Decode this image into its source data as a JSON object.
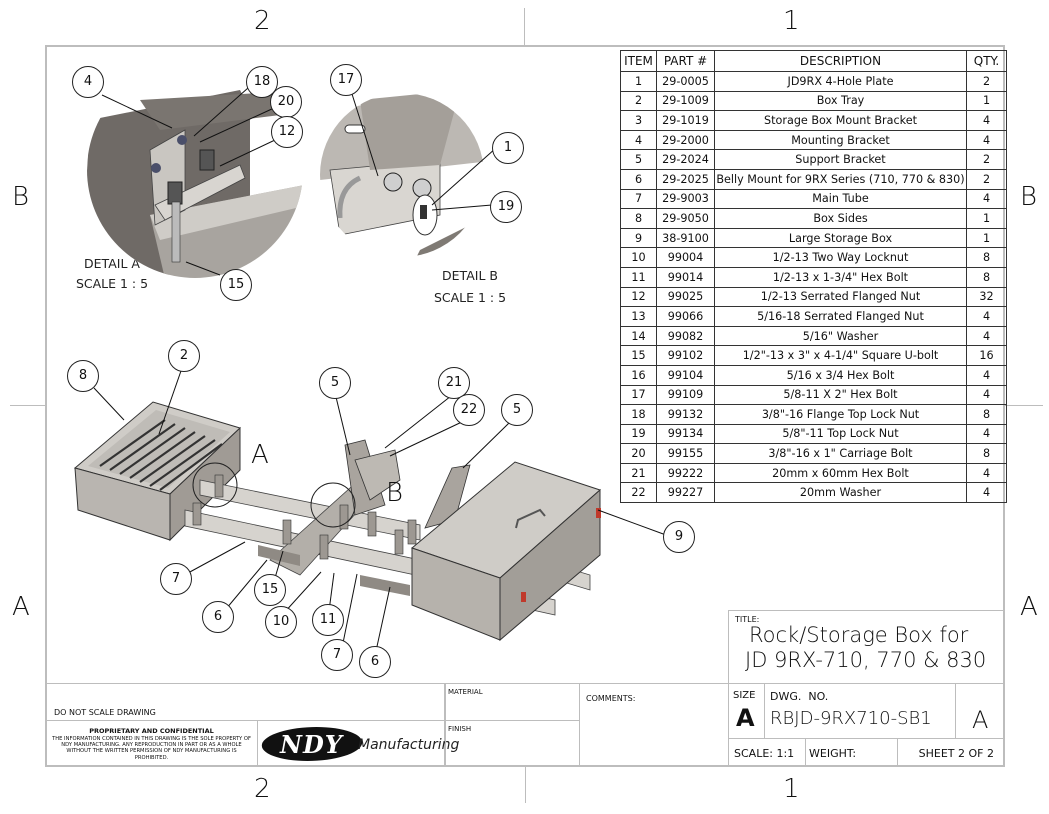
{
  "zones": {
    "top": [
      "2",
      "1"
    ],
    "bottom": [
      "2",
      "1"
    ],
    "left": [
      "B",
      "A"
    ],
    "right": [
      "B",
      "A"
    ]
  },
  "bom": {
    "headers": [
      "ITEM",
      "PART #",
      "DESCRIPTION",
      "QTY."
    ],
    "rows": [
      {
        "item": "1",
        "part": "29-0005",
        "desc": "JD9RX 4-Hole Plate",
        "qty": "2"
      },
      {
        "item": "2",
        "part": "29-1009",
        "desc": "Box Tray",
        "qty": "1"
      },
      {
        "item": "3",
        "part": "29-1019",
        "desc": "Storage Box Mount Bracket",
        "qty": "4"
      },
      {
        "item": "4",
        "part": "29-2000",
        "desc": "Mounting Bracket",
        "qty": "4"
      },
      {
        "item": "5",
        "part": "29-2024",
        "desc": "Support Bracket",
        "qty": "2"
      },
      {
        "item": "6",
        "part": "29-2025",
        "desc": "Belly Mount for 9RX Series (710, 770 & 830)",
        "qty": "2"
      },
      {
        "item": "7",
        "part": "29-9003",
        "desc": "Main Tube",
        "qty": "4"
      },
      {
        "item": "8",
        "part": "29-9050",
        "desc": "Box Sides",
        "qty": "1"
      },
      {
        "item": "9",
        "part": "38-9100",
        "desc": "Large Storage Box",
        "qty": "1"
      },
      {
        "item": "10",
        "part": "99004",
        "desc": "1/2-13 Two Way Locknut",
        "qty": "8"
      },
      {
        "item": "11",
        "part": "99014",
        "desc": "1/2-13 x 1-3/4\" Hex Bolt",
        "qty": "8"
      },
      {
        "item": "12",
        "part": "99025",
        "desc": "1/2-13 Serrated Flanged Nut",
        "qty": "32"
      },
      {
        "item": "13",
        "part": "99066",
        "desc": "5/16-18 Serrated Flanged Nut",
        "qty": "4"
      },
      {
        "item": "14",
        "part": "99082",
        "desc": "5/16\" Washer",
        "qty": "4"
      },
      {
        "item": "15",
        "part": "99102",
        "desc": "1/2\"-13 x 3\" x 4-1/4\" Square U-bolt",
        "qty": "16"
      },
      {
        "item": "16",
        "part": "99104",
        "desc": "5/16 x 3/4 Hex Bolt",
        "qty": "4"
      },
      {
        "item": "17",
        "part": "99109",
        "desc": "5/8-11 X 2\" Hex Bolt",
        "qty": "4"
      },
      {
        "item": "18",
        "part": "99132",
        "desc": "3/8\"-16 Flange Top Lock Nut",
        "qty": "8"
      },
      {
        "item": "19",
        "part": "99134",
        "desc": "5/8\"-11 Top Lock Nut",
        "qty": "4"
      },
      {
        "item": "20",
        "part": "99155",
        "desc": "3/8\"-16 x 1\" Carriage Bolt",
        "qty": "8"
      },
      {
        "item": "21",
        "part": "99222",
        "desc": "20mm x 60mm Hex Bolt",
        "qty": "4"
      },
      {
        "item": "22",
        "part": "99227",
        "desc": "20mm Washer",
        "qty": "4"
      }
    ]
  },
  "detail_a": {
    "title": "DETAIL A",
    "scale": "SCALE 1 : 5",
    "balloons": [
      "4",
      "18",
      "20",
      "12",
      "15"
    ]
  },
  "detail_b": {
    "title": "DETAIL B",
    "scale": "SCALE 1 : 5",
    "balloons": [
      "17",
      "1",
      "19"
    ]
  },
  "main_view": {
    "detail_letters": [
      "A",
      "B"
    ],
    "balloons": [
      "8",
      "2",
      "5",
      "21",
      "22",
      "5",
      "9",
      "7",
      "6",
      "15",
      "10",
      "11",
      "7",
      "6"
    ]
  },
  "title_block": {
    "do_not_scale": "DO NOT SCALE DRAWING",
    "proprietary_heading": "PROPRIETARY AND CONFIDENTIAL",
    "proprietary_text": "THE INFORMATION CONTAINED IN THIS DRAWING IS THE SOLE PROPERTY OF NDY MANUFACTURING. ANY REPRODUCTION IN PART OR AS A WHOLE WITHOUT THE WRITTEN PERMISSION OF NDY MANUFACTURING IS PROHIBITED.",
    "logo_mark": "NDY",
    "logo_text": "Manufacturing",
    "material_label": "MATERIAL",
    "finish_label": "FINISH",
    "comments_label": "COMMENTS:",
    "title_label": "TITLE:",
    "title_line1": "Rock/Storage Box for",
    "title_line2": "JD 9RX-710, 770 & 830",
    "size_label": "SIZE",
    "size_value": "A",
    "dwg_no_label": "DWG.  NO.",
    "dwg_no_value": "RBJD-9RX710-SB1",
    "rev_value": "A",
    "scale_label": "SCALE: 1:1",
    "weight_label": "WEIGHT:",
    "sheet_label": "SHEET 2 OF 2"
  },
  "colors": {
    "border": "#bdbdbd",
    "ink": "#111111",
    "metal_light": "#d8d6d2",
    "metal_dark": "#8a8580",
    "latch_red": "#c0392b"
  }
}
